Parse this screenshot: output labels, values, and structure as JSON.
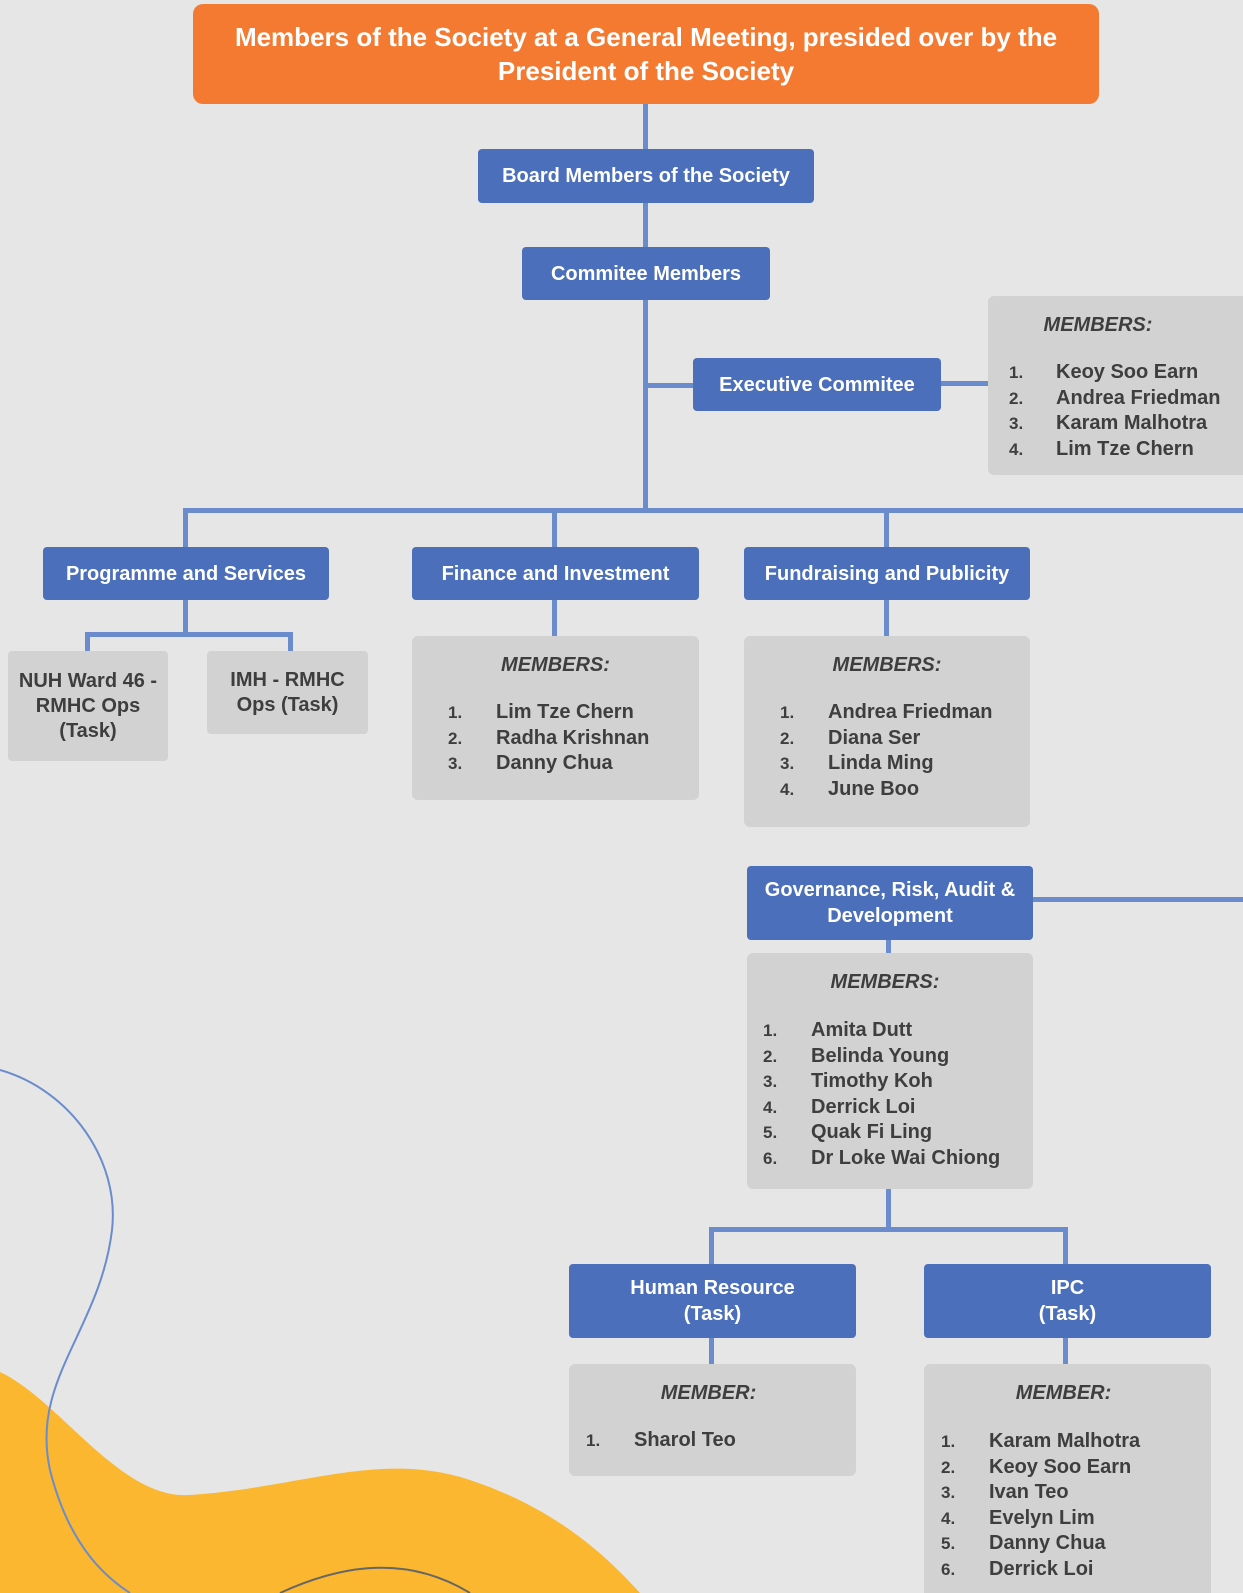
{
  "top": {
    "title": "Members of the Society at a General Meeting, presided over by the President of the Society"
  },
  "board": {
    "label": "Board Members of the Society"
  },
  "committee": {
    "label": "Commitee Members"
  },
  "exec": {
    "label": "Executive Commitee",
    "heading": "MEMBERS:",
    "members": [
      "Keoy Soo Earn",
      "Andrea Friedman",
      "Karam Malhotra",
      "Lim Tze Chern"
    ]
  },
  "programme": {
    "label": "Programme and Services"
  },
  "tasks": {
    "nuh": "NUH Ward 46 - RMHC Ops (Task)",
    "imh": "IMH - RMHC Ops (Task)"
  },
  "finance": {
    "label": "Finance and Investment",
    "heading": "MEMBERS:",
    "members": [
      "Lim Tze Chern",
      "Radha Krishnan",
      "Danny Chua"
    ]
  },
  "fundraising": {
    "label": "Fundraising and Publicity",
    "heading": "MEMBERS:",
    "members": [
      "Andrea Friedman",
      "Diana Ser",
      "Linda Ming",
      "June Boo"
    ]
  },
  "governance": {
    "label": "Governance, Risk, Audit & Development",
    "heading": "MEMBERS:",
    "members": [
      "Amita Dutt",
      "Belinda Young",
      "Timothy Koh",
      "Derrick Loi",
      "Quak Fi Ling",
      "Dr Loke Wai Chiong"
    ]
  },
  "hr": {
    "label": "Human Resource (Task)",
    "heading": "MEMBER:",
    "members": [
      "Sharol Teo"
    ]
  },
  "ipc": {
    "label": "IPC (Task)",
    "heading": "MEMBER:",
    "members": [
      "Karam Malhotra",
      "Keoy Soo Earn",
      "Ivan Teo",
      "Evelyn Lim",
      "Danny Chua",
      "Derrick Loi"
    ]
  },
  "colors": {
    "orange": "#f47a31",
    "blue": "#4b6fba",
    "grey": "#d1d2d1",
    "line": "#6b8ccc",
    "yellow": "#fbb72f"
  }
}
